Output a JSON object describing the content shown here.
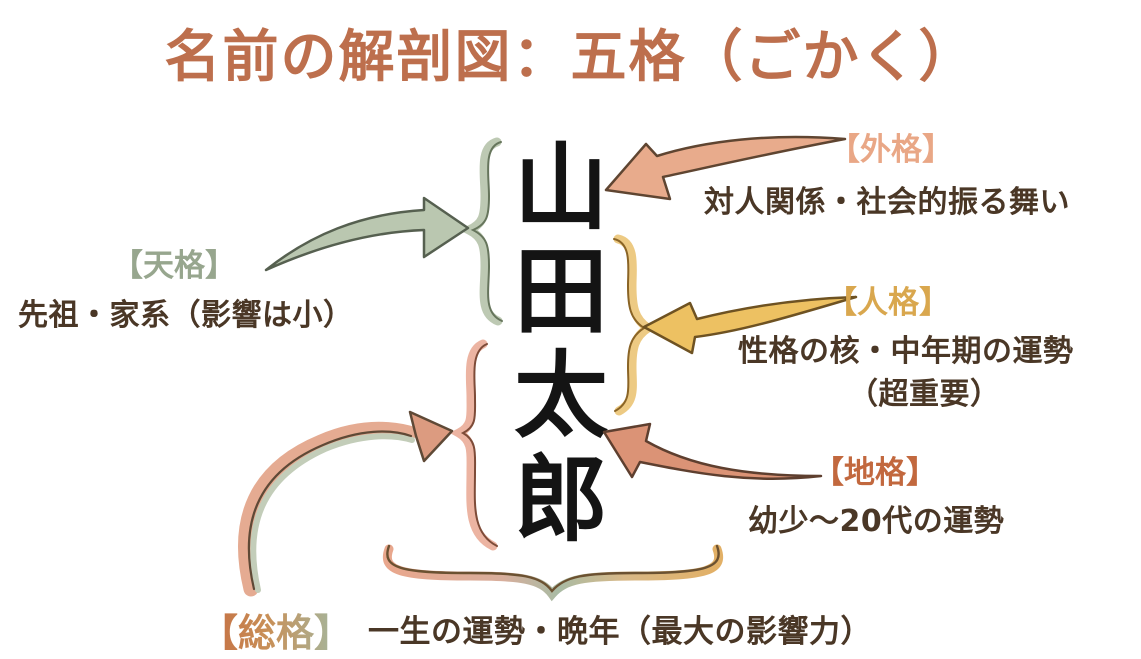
{
  "title": "名前の解剖図：五格（ごかく）",
  "name": {
    "full": "山田太郎",
    "chars": [
      "山",
      "田",
      "太",
      "郎"
    ]
  },
  "labels": {
    "tenkaku": {
      "heading": "【天格】",
      "desc": "先祖・家系（影響は小）"
    },
    "gaikaku": {
      "heading": "【外格】",
      "desc": "対人関係・社会的振る舞い"
    },
    "jinkaku": {
      "heading": "【人格】",
      "desc_line1": "性格の核・中年期の運勢",
      "desc_line2": "（超重要）"
    },
    "chikaku": {
      "heading": "【地格】",
      "desc": "幼少〜20代の運勢"
    },
    "soukaku": {
      "heading": "【総格】",
      "desc": "一生の運勢・晩年（最大の影響力）"
    }
  },
  "colors": {
    "title_text": "#bd6f4d",
    "body_text": "#4a3726",
    "name_text": "#141414",
    "tenkaku_accent": "#97a68e",
    "gaikaku_accent": "#e9a786",
    "jinkaku_accent": "#d9a74e",
    "chikaku_accent": "#c2683e",
    "soukaku_gradient_start": "#c56a40",
    "soukaku_gradient_end": "#9cab91",
    "tenkaku_arrow_fill": "#bac7b0",
    "gaikaku_arrow_fill": "#e8ab8c",
    "jinkaku_arrow_fill": "#edc162",
    "chikaku_arrow_fill": "#db9376",
    "tenkaku_brace": "#bdc9b3",
    "givenname_brace": "#ecb4a2",
    "jinkaku_brace": "#edca83",
    "swirl_outer": "#e5ab92",
    "swirl_inner": "#c3cdb9",
    "swirl_head_fill": "#dc9b80"
  }
}
